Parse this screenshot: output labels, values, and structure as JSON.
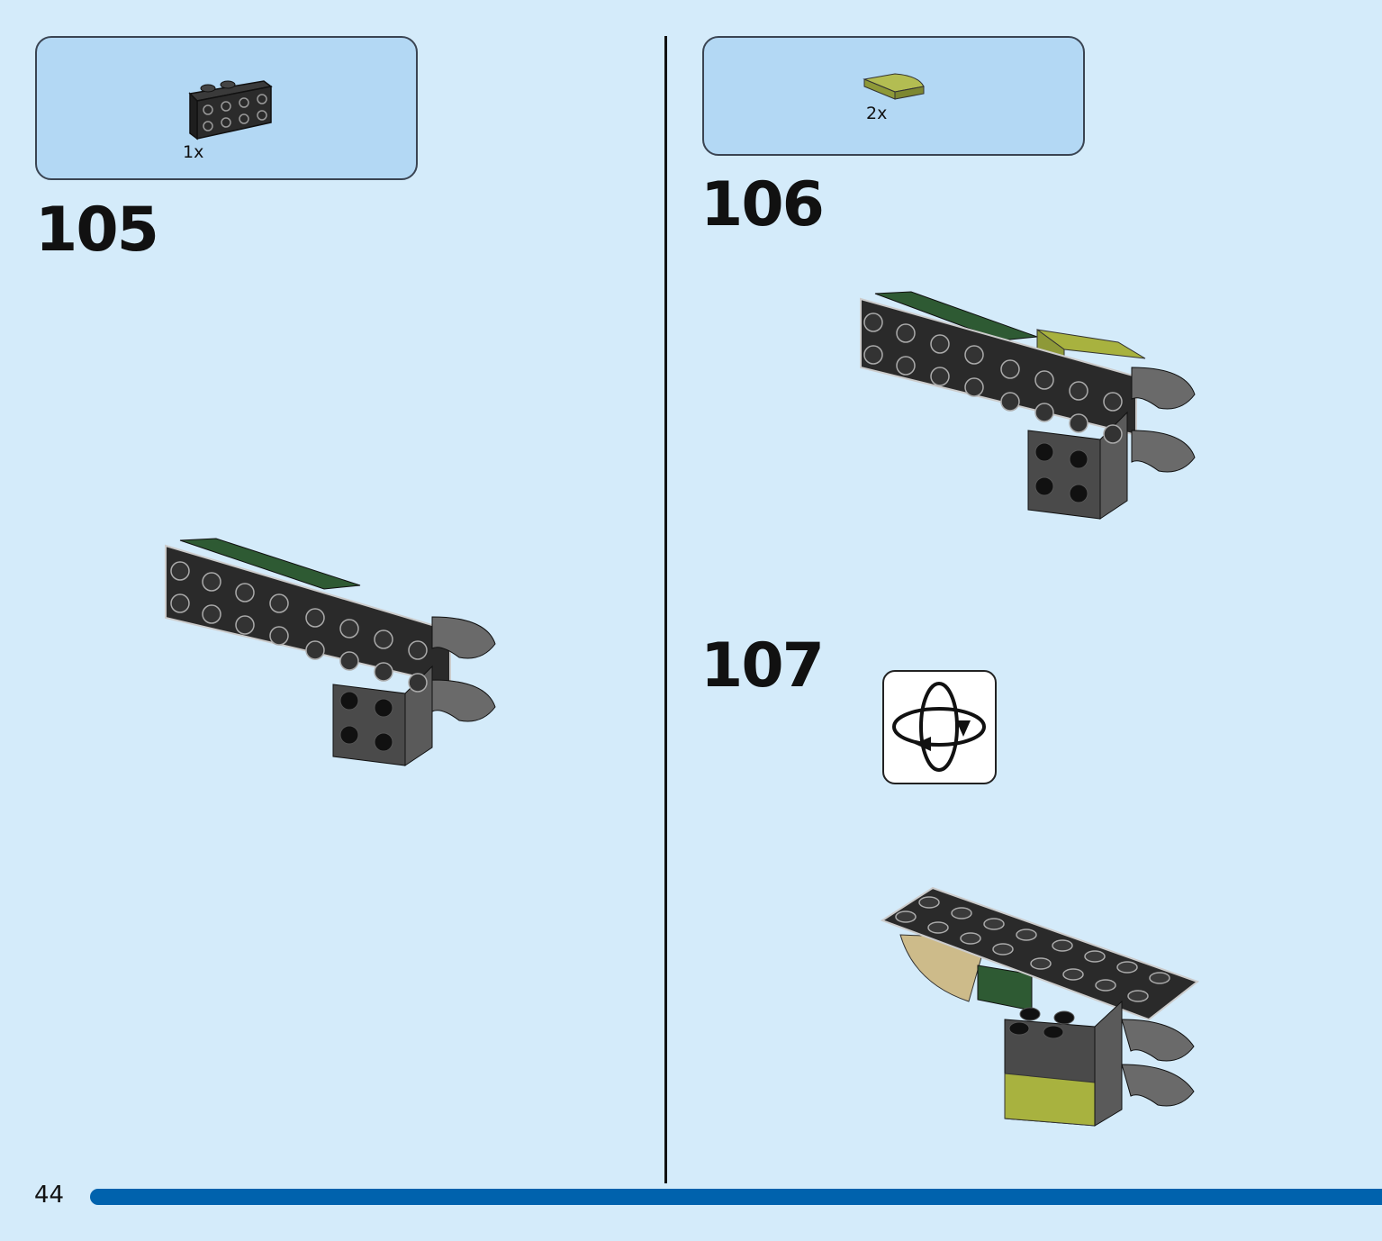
{
  "steps": [
    {
      "number": "105",
      "parts": [
        {
          "qty": "1x",
          "part": "black bracket plate",
          "color": "#2b2b2b"
        }
      ]
    },
    {
      "number": "106",
      "parts": [
        {
          "qty": "2x",
          "part": "olive green curved tile",
          "color": "#9aa73c"
        }
      ]
    },
    {
      "number": "107",
      "callout": "rotate-model-icon"
    }
  ],
  "footer": {
    "page_number": "44"
  },
  "colors": {
    "background": "#d4ebfa",
    "parts_box": "#b3d8f4",
    "progress": "#0062ad"
  }
}
